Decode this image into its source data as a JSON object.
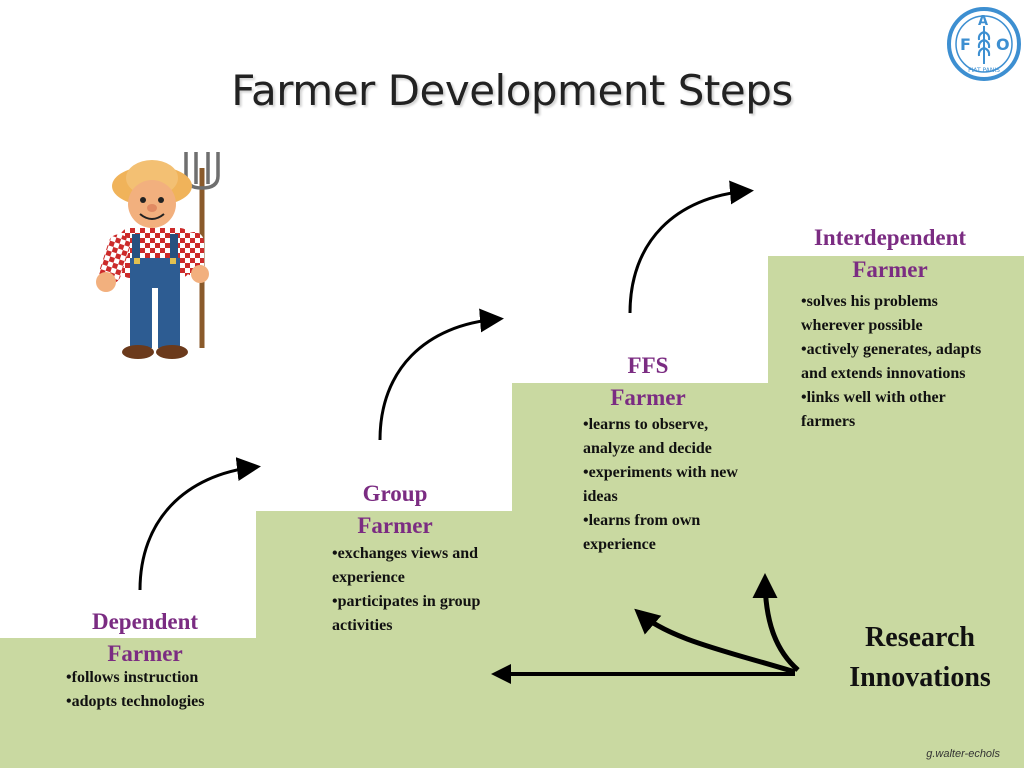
{
  "title": "Farmer Development Steps",
  "steps": [
    {
      "title_line1": "Dependent",
      "title_line2": "Farmer",
      "bullets": [
        "follows instruction",
        "adopts technologies"
      ]
    },
    {
      "title_line1": "Group",
      "title_line2": "Farmer",
      "bullets": [
        "exchanges views and experience",
        "participates in group activities"
      ]
    },
    {
      "title_line1": "FFS",
      "title_line2": "Farmer",
      "bullets": [
        "learns to observe, analyze and decide",
        "experiments with new ideas",
        "learns from own experience"
      ]
    },
    {
      "title_line1": "Interdependent",
      "title_line2": "Farmer",
      "bullets": [
        "solves his problems wherever possible",
        "actively generates, adapts and extends innovations",
        "links well with other farmers"
      ]
    }
  ],
  "research": {
    "line1": "Research",
    "line2": "Innovations"
  },
  "credit": "g.walter-echols",
  "logo": {
    "letters": [
      "F",
      "A",
      "O"
    ],
    "motto": "FIAT PANIS"
  },
  "colors": {
    "step_fill": "#c9d9a1",
    "step_title": "#7b2c82",
    "text": "#111111"
  },
  "icons": [
    "fao-logo",
    "farmer-illustration",
    "curved-arrow",
    "straight-arrow"
  ]
}
